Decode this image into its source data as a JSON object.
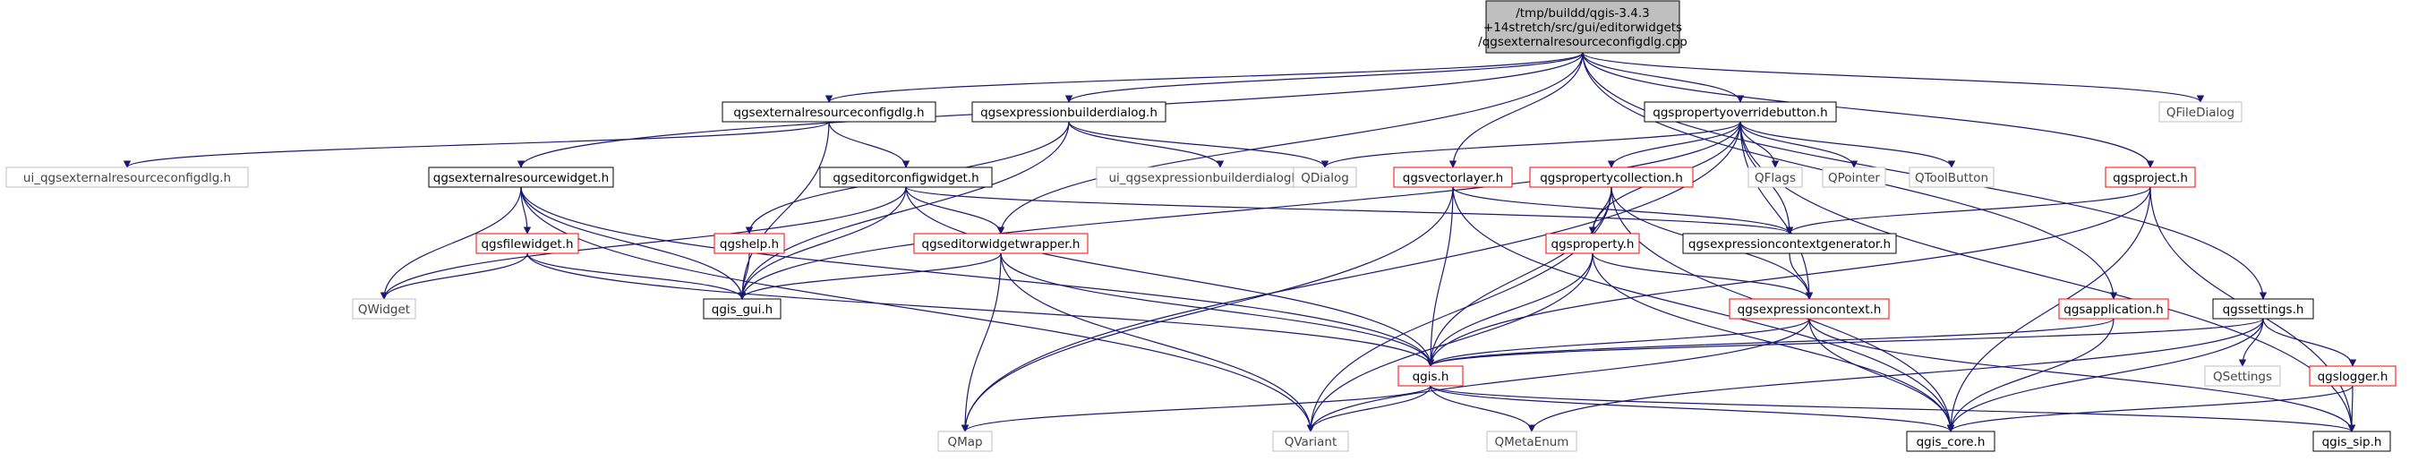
{
  "diagram": {
    "type": "include-dependency-graph",
    "colors": {
      "edge": "#191970",
      "link_border": "#000000",
      "red_border": "#ff0000",
      "unlinked_border": "#bfbfbf",
      "root_fill": "#bfbfbf",
      "background": "#ffffff"
    },
    "nodes": [
      {
        "id": "root",
        "lines": [
          "/tmp/buildd/qgis-3.4.3",
          "+14stretch/src/gui/editorwidgets",
          "/qgsexternalresourceconfigdlg.cpp"
        ],
        "style": "root"
      },
      {
        "id": "n_extcfg_h",
        "lines": [
          "qgsexternalresourceconfigdlg.h"
        ],
        "style": "black"
      },
      {
        "id": "n_exprdlg_h",
        "lines": [
          "qgsexpressionbuilderdialog.h"
        ],
        "style": "black"
      },
      {
        "id": "n_propbtn_h",
        "lines": [
          "qgspropertyoverridebutton.h"
        ],
        "style": "black"
      },
      {
        "id": "n_qfiledialog",
        "lines": [
          "QFileDialog"
        ],
        "style": "grey"
      },
      {
        "id": "n_ui_extcfg",
        "lines": [
          "ui_qgsexternalresourceconfigdlg.h"
        ],
        "style": "grey"
      },
      {
        "id": "n_extwidget_h",
        "lines": [
          "qgsexternalresourcewidget.h"
        ],
        "style": "black"
      },
      {
        "id": "n_edcfgwidget_h",
        "lines": [
          "qgseditorconfigwidget.h"
        ],
        "style": "black"
      },
      {
        "id": "n_ui_exprdlg",
        "lines": [
          "ui_qgsexpressionbuilderdialogbase.h"
        ],
        "style": "grey"
      },
      {
        "id": "n_qdialog",
        "lines": [
          "QDialog"
        ],
        "style": "grey"
      },
      {
        "id": "n_vectorlayer_h",
        "lines": [
          "qgsvectorlayer.h"
        ],
        "style": "red"
      },
      {
        "id": "n_propcoll_h",
        "lines": [
          "qgspropertycollection.h"
        ],
        "style": "red"
      },
      {
        "id": "n_qflags",
        "lines": [
          "QFlags"
        ],
        "style": "grey"
      },
      {
        "id": "n_qpointer",
        "lines": [
          "QPointer"
        ],
        "style": "grey"
      },
      {
        "id": "n_qtoolbutton",
        "lines": [
          "QToolButton"
        ],
        "style": "grey"
      },
      {
        "id": "n_project_h",
        "lines": [
          "qgsproject.h"
        ],
        "style": "red"
      },
      {
        "id": "n_filewidget_h",
        "lines": [
          "qgsfilewidget.h"
        ],
        "style": "red"
      },
      {
        "id": "n_help_h",
        "lines": [
          "qgshelp.h"
        ],
        "style": "red"
      },
      {
        "id": "n_edwrapper_h",
        "lines": [
          "qgseditorwidgetwrapper.h"
        ],
        "style": "red"
      },
      {
        "id": "n_exprctxgen_h",
        "lines": [
          "qgsexpressioncontextgenerator.h"
        ],
        "style": "black"
      },
      {
        "id": "n_property_h",
        "lines": [
          "qgsproperty.h"
        ],
        "style": "red"
      },
      {
        "id": "n_qwidget",
        "lines": [
          "QWidget"
        ],
        "style": "grey"
      },
      {
        "id": "n_qgis_gui_h",
        "lines": [
          "qgis_gui.h"
        ],
        "style": "black"
      },
      {
        "id": "n_exprctx_h",
        "lines": [
          "qgsexpressioncontext.h"
        ],
        "style": "red"
      },
      {
        "id": "n_application_h",
        "lines": [
          "qgsapplication.h"
        ],
        "style": "red"
      },
      {
        "id": "n_settings_h",
        "lines": [
          "qgssettings.h"
        ],
        "style": "black"
      },
      {
        "id": "n_qgis_h",
        "lines": [
          "qgis.h"
        ],
        "style": "red"
      },
      {
        "id": "n_qsettings",
        "lines": [
          "QSettings"
        ],
        "style": "grey"
      },
      {
        "id": "n_logger_h",
        "lines": [
          "qgslogger.h"
        ],
        "style": "red"
      },
      {
        "id": "n_qmap",
        "lines": [
          "QMap"
        ],
        "style": "grey"
      },
      {
        "id": "n_qvariant",
        "lines": [
          "QVariant"
        ],
        "style": "grey"
      },
      {
        "id": "n_qmetaenum",
        "lines": [
          "QMetaEnum"
        ],
        "style": "grey"
      },
      {
        "id": "n_qgis_core_h",
        "lines": [
          "qgis_core.h"
        ],
        "style": "black"
      },
      {
        "id": "n_qgis_sip_h",
        "lines": [
          "qgis_sip.h"
        ],
        "style": "black"
      }
    ],
    "edges": [
      [
        "root",
        "n_extcfg_h"
      ],
      [
        "root",
        "n_exprdlg_h"
      ],
      [
        "root",
        "n_propbtn_h"
      ],
      [
        "root",
        "n_qfiledialog"
      ],
      [
        "root",
        "n_extwidget_h"
      ],
      [
        "root",
        "n_vectorlayer_h"
      ],
      [
        "root",
        "n_project_h"
      ],
      [
        "root",
        "n_edwrapper_h"
      ],
      [
        "root",
        "n_application_h"
      ],
      [
        "root",
        "n_settings_h"
      ],
      [
        "n_extcfg_h",
        "n_ui_extcfg"
      ],
      [
        "n_extcfg_h",
        "n_edcfgwidget_h"
      ],
      [
        "n_extcfg_h",
        "n_qgis_gui_h"
      ],
      [
        "n_exprdlg_h",
        "n_ui_exprdlg"
      ],
      [
        "n_exprdlg_h",
        "n_qdialog"
      ],
      [
        "n_exprdlg_h",
        "n_help_h"
      ],
      [
        "n_exprdlg_h",
        "n_qgis_gui_h"
      ],
      [
        "n_propbtn_h",
        "n_qdialog"
      ],
      [
        "n_propbtn_h",
        "n_propcoll_h"
      ],
      [
        "n_propbtn_h",
        "n_qflags"
      ],
      [
        "n_propbtn_h",
        "n_qpointer"
      ],
      [
        "n_propbtn_h",
        "n_qtoolbutton"
      ],
      [
        "n_propbtn_h",
        "n_exprctxgen_h"
      ],
      [
        "n_propbtn_h",
        "n_property_h"
      ],
      [
        "n_propbtn_h",
        "n_exprctx_h"
      ],
      [
        "n_propbtn_h",
        "n_qgis_gui_h"
      ],
      [
        "n_propbtn_h",
        "n_qgis_sip_h"
      ],
      [
        "n_propbtn_h",
        "n_qmap"
      ],
      [
        "n_extwidget_h",
        "n_filewidget_h"
      ],
      [
        "n_extwidget_h",
        "n_qwidget"
      ],
      [
        "n_extwidget_h",
        "n_qgis_gui_h"
      ],
      [
        "n_extwidget_h",
        "n_qgis_h"
      ],
      [
        "n_extwidget_h",
        "n_qvariant"
      ],
      [
        "n_edcfgwidget_h",
        "n_edwrapper_h"
      ],
      [
        "n_edcfgwidget_h",
        "n_qwidget"
      ],
      [
        "n_edcfgwidget_h",
        "n_qgis_gui_h"
      ],
      [
        "n_edcfgwidget_h",
        "n_exprctxgen_h"
      ],
      [
        "n_edcfgwidget_h",
        "n_qgis_h"
      ],
      [
        "n_vectorlayer_h",
        "n_exprctxgen_h"
      ],
      [
        "n_vectorlayer_h",
        "n_qgis_h"
      ],
      [
        "n_vectorlayer_h",
        "n_qmap"
      ],
      [
        "n_vectorlayer_h",
        "n_qgis_core_h"
      ],
      [
        "n_propcoll_h",
        "n_property_h"
      ],
      [
        "n_propcoll_h",
        "n_exprctx_h"
      ],
      [
        "n_propcoll_h",
        "n_qgis_h"
      ],
      [
        "n_propcoll_h",
        "n_qvariant"
      ],
      [
        "n_propcoll_h",
        "n_qgis_core_h"
      ],
      [
        "n_project_h",
        "n_exprctxgen_h"
      ],
      [
        "n_project_h",
        "n_qgis_h"
      ],
      [
        "n_project_h",
        "n_qgis_core_h"
      ],
      [
        "n_project_h",
        "n_qgis_sip_h"
      ],
      [
        "n_filewidget_h",
        "n_qwidget"
      ],
      [
        "n_filewidget_h",
        "n_qgis_gui_h"
      ],
      [
        "n_filewidget_h",
        "n_qgis_h"
      ],
      [
        "n_help_h",
        "n_qgis_gui_h"
      ],
      [
        "n_edwrapper_h",
        "n_qgis_gui_h"
      ],
      [
        "n_edwrapper_h",
        "n_qgis_h"
      ],
      [
        "n_edwrapper_h",
        "n_qmap"
      ],
      [
        "n_edwrapper_h",
        "n_qvariant"
      ],
      [
        "n_exprctxgen_h",
        "n_exprctx_h"
      ],
      [
        "n_property_h",
        "n_exprctx_h"
      ],
      [
        "n_property_h",
        "n_qgis_h"
      ],
      [
        "n_property_h",
        "n_qvariant"
      ],
      [
        "n_property_h",
        "n_qgis_core_h"
      ],
      [
        "n_exprctx_h",
        "n_qgis_h"
      ],
      [
        "n_exprctx_h",
        "n_qvariant"
      ],
      [
        "n_exprctx_h",
        "n_qgis_core_h"
      ],
      [
        "n_exprctx_h",
        "n_qgis_sip_h"
      ],
      [
        "n_application_h",
        "n_qgis_h"
      ],
      [
        "n_application_h",
        "n_qgis_core_h"
      ],
      [
        "n_settings_h",
        "n_qsettings"
      ],
      [
        "n_settings_h",
        "n_logger_h"
      ],
      [
        "n_settings_h",
        "n_qgis_h"
      ],
      [
        "n_settings_h",
        "n_qgis_core_h"
      ],
      [
        "n_settings_h",
        "n_qmetaenum"
      ],
      [
        "n_logger_h",
        "n_qgis_core_h"
      ],
      [
        "n_logger_h",
        "n_qgis_sip_h"
      ],
      [
        "n_qgis_h",
        "n_qmetaenum"
      ],
      [
        "n_qgis_h",
        "n_qvariant"
      ],
      [
        "n_qgis_h",
        "n_qmap"
      ],
      [
        "n_qgis_h",
        "n_qgis_core_h"
      ],
      [
        "n_qgis_h",
        "n_qgis_sip_h"
      ]
    ]
  }
}
